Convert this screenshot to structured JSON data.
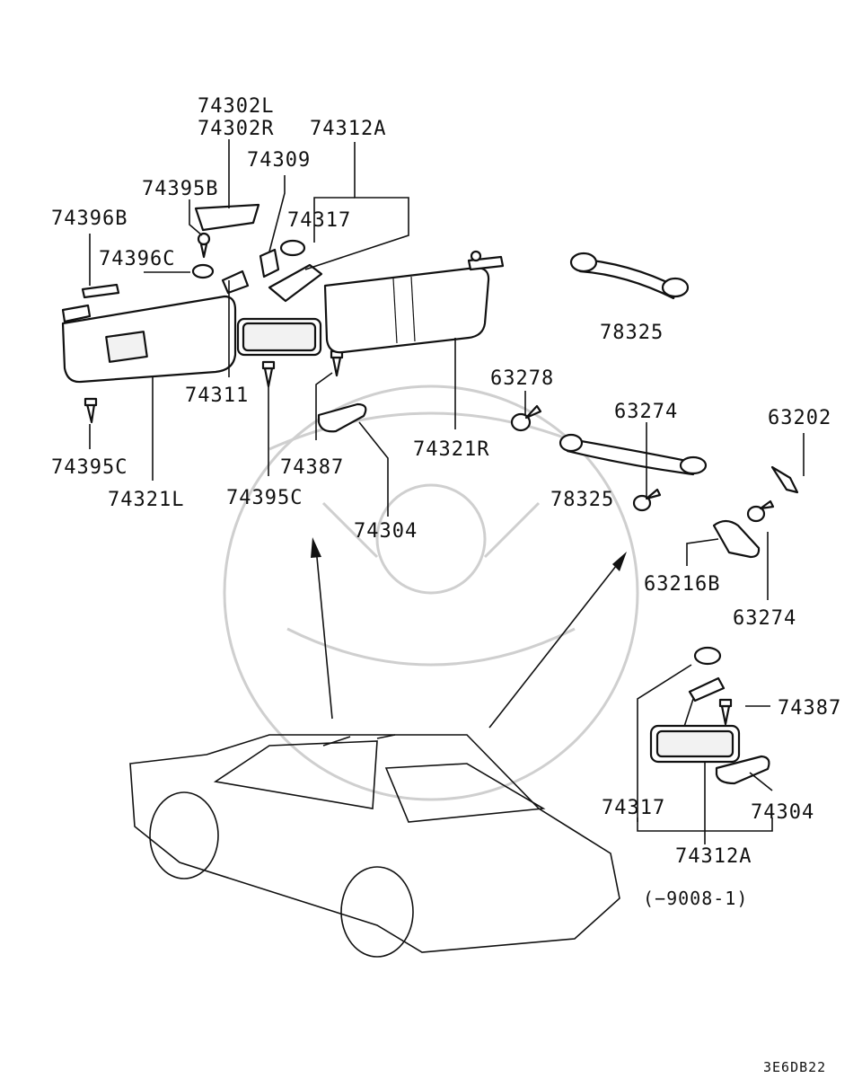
{
  "diagram": {
    "labels": {
      "l74302L": "74302L",
      "l74302R": "74302R",
      "l74312A_top": "74312A",
      "l74309": "74309",
      "l74395B": "74395B",
      "l74317_top": "74317",
      "l74396B": "74396B",
      "l74396C": "74396C",
      "l78325_top": "78325",
      "l63278": "63278",
      "l74311": "74311",
      "l74387_top": "74387",
      "l74321R": "74321R",
      "l63274_mid": "63274",
      "l63202": "63202",
      "l74395C_left": "74395C",
      "l74321L": "74321L",
      "l74395C_mid": "74395C",
      "l78325_mid": "78325",
      "l74304_top": "74304",
      "l63216B": "63216B",
      "l63274_right": "63274",
      "l74387_right": "74387",
      "l74317_bottom": "74317",
      "l74304_bottom": "74304",
      "l74312A_bottom": "74312A"
    },
    "note": "(−9008-1)",
    "code": "3E6DB22"
  }
}
